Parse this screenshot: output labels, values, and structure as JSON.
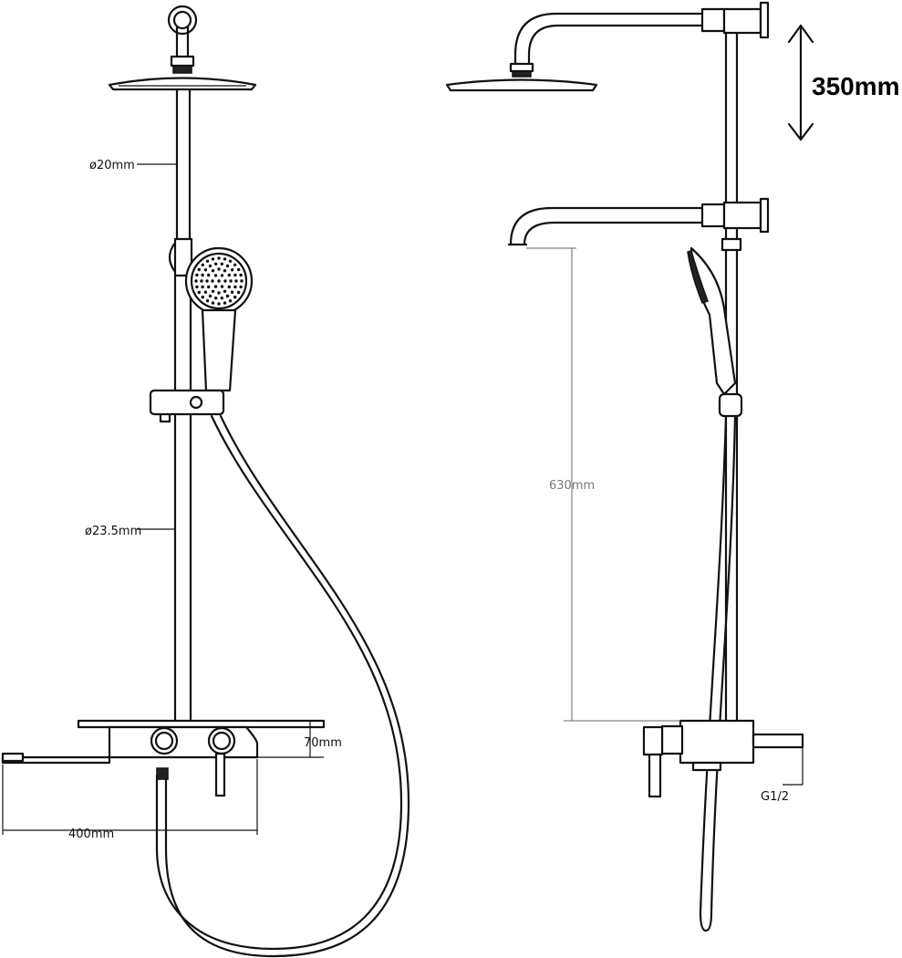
{
  "labels": {
    "riser_top_diameter": "ø20mm",
    "riser_bottom_diameter": "ø23.5mm",
    "mixer_height": "70mm",
    "spout_length": "400mm",
    "adjustable_range": "350mm",
    "riser_height": "630mm",
    "inlet_thread": "G1/2"
  },
  "colors": {
    "line": "#111111",
    "dimension_line": "#666666",
    "background": "#ffffff"
  }
}
